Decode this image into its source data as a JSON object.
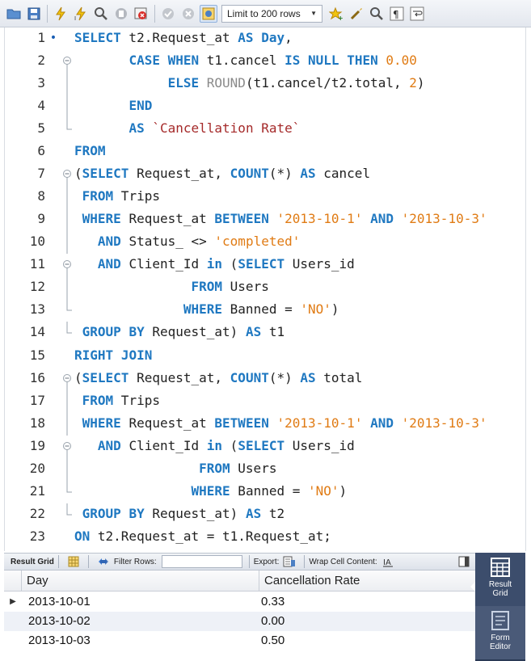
{
  "toolbar": {
    "limit_label": "Limit to 200 rows",
    "icons": [
      "open-folder-icon",
      "save-icon",
      "execute-icon",
      "execute-current-icon",
      "explain-icon",
      "stop-icon",
      "toggle-error-icon",
      "commit-icon",
      "rollback-icon",
      "autocommit-icon",
      "limit-select",
      "bookmark-icon",
      "beautify-icon",
      "find-icon",
      "invisible-chars-icon",
      "wrap-icon"
    ]
  },
  "editor": {
    "lines": [
      {
        "n": "1",
        "marker": "•",
        "fold": "",
        "indent": "",
        "tokens": [
          [
            "kw",
            "SELECT"
          ],
          [
            "t",
            " t2.Request_at "
          ],
          [
            "kw",
            "AS"
          ],
          [
            "t",
            " "
          ],
          [
            "kw",
            "Day"
          ],
          [
            "t",
            ","
          ]
        ]
      },
      {
        "n": "2",
        "marker": "",
        "fold": "start",
        "indent": "       ",
        "tokens": [
          [
            "kw",
            "CASE"
          ],
          [
            "t",
            " "
          ],
          [
            "kw",
            "WHEN"
          ],
          [
            "t",
            " t1.cancel "
          ],
          [
            "kw",
            "IS"
          ],
          [
            "t",
            " "
          ],
          [
            "kw",
            "NULL"
          ],
          [
            "t",
            " "
          ],
          [
            "kw",
            "THEN"
          ],
          [
            "t",
            " "
          ],
          [
            "num",
            "0.00"
          ]
        ]
      },
      {
        "n": "3",
        "marker": "",
        "fold": "mid",
        "indent": "            ",
        "tokens": [
          [
            "kw",
            "ELSE"
          ],
          [
            "t",
            " "
          ],
          [
            "fn",
            "ROUND"
          ],
          [
            "t",
            "(t1.cancel/t2.total, "
          ],
          [
            "num",
            "2"
          ],
          [
            "t",
            ")"
          ]
        ]
      },
      {
        "n": "4",
        "marker": "",
        "fold": "mid",
        "indent": "       ",
        "tokens": [
          [
            "kw",
            "END"
          ]
        ]
      },
      {
        "n": "5",
        "marker": "",
        "fold": "end",
        "indent": "       ",
        "tokens": [
          [
            "kw",
            "AS"
          ],
          [
            "t",
            " "
          ],
          [
            "ident",
            "`Cancellation Rate`"
          ]
        ]
      },
      {
        "n": "6",
        "marker": "",
        "fold": "",
        "indent": "",
        "tokens": [
          [
            "kw",
            "FROM"
          ]
        ]
      },
      {
        "n": "7",
        "marker": "",
        "fold": "start",
        "indent": "",
        "tokens": [
          [
            "t",
            "("
          ],
          [
            "kw",
            "SELECT"
          ],
          [
            "t",
            " Request_at, "
          ],
          [
            "kw",
            "COUNT"
          ],
          [
            "t",
            "(*) "
          ],
          [
            "kw",
            "AS"
          ],
          [
            "t",
            " cancel"
          ]
        ]
      },
      {
        "n": "8",
        "marker": "",
        "fold": "mid",
        "indent": " ",
        "tokens": [
          [
            "kw",
            "FROM"
          ],
          [
            "t",
            " Trips"
          ]
        ]
      },
      {
        "n": "9",
        "marker": "",
        "fold": "mid",
        "indent": " ",
        "tokens": [
          [
            "kw",
            "WHERE"
          ],
          [
            "t",
            " Request_at "
          ],
          [
            "kw",
            "BETWEEN"
          ],
          [
            "t",
            " "
          ],
          [
            "str",
            "'2013-10-1'"
          ],
          [
            "t",
            " "
          ],
          [
            "kw",
            "AND"
          ],
          [
            "t",
            " "
          ],
          [
            "str",
            "'2013-10-3'"
          ]
        ]
      },
      {
        "n": "10",
        "marker": "",
        "fold": "mid",
        "indent": "   ",
        "tokens": [
          [
            "kw",
            "AND"
          ],
          [
            "t",
            " Status_ <> "
          ],
          [
            "str",
            "'completed'"
          ]
        ]
      },
      {
        "n": "11",
        "marker": "",
        "fold": "start",
        "indent": "   ",
        "tokens": [
          [
            "kw",
            "AND"
          ],
          [
            "t",
            " Client_Id "
          ],
          [
            "kw",
            "in"
          ],
          [
            "t",
            " ("
          ],
          [
            "kw",
            "SELECT"
          ],
          [
            "t",
            " Users_id"
          ]
        ]
      },
      {
        "n": "12",
        "marker": "",
        "fold": "mid",
        "indent": "               ",
        "tokens": [
          [
            "kw",
            "FROM"
          ],
          [
            "t",
            " Users"
          ]
        ]
      },
      {
        "n": "13",
        "marker": "",
        "fold": "end",
        "indent": "              ",
        "tokens": [
          [
            "kw",
            "WHERE"
          ],
          [
            "t",
            " Banned = "
          ],
          [
            "str",
            "'NO'"
          ],
          [
            "t",
            ")"
          ]
        ]
      },
      {
        "n": "14",
        "marker": "",
        "fold": "end",
        "indent": " ",
        "tokens": [
          [
            "kw",
            "GROUP"
          ],
          [
            "t",
            " "
          ],
          [
            "kw",
            "BY"
          ],
          [
            "t",
            " Request_at) "
          ],
          [
            "kw",
            "AS"
          ],
          [
            "t",
            " t1"
          ]
        ]
      },
      {
        "n": "15",
        "marker": "",
        "fold": "",
        "indent": "",
        "tokens": [
          [
            "kw",
            "RIGHT"
          ],
          [
            "t",
            " "
          ],
          [
            "kw",
            "JOIN"
          ]
        ]
      },
      {
        "n": "16",
        "marker": "",
        "fold": "start",
        "indent": "",
        "tokens": [
          [
            "t",
            "("
          ],
          [
            "kw",
            "SELECT"
          ],
          [
            "t",
            " Request_at, "
          ],
          [
            "kw",
            "COUNT"
          ],
          [
            "t",
            "(*) "
          ],
          [
            "kw",
            "AS"
          ],
          [
            "t",
            " total"
          ]
        ]
      },
      {
        "n": "17",
        "marker": "",
        "fold": "mid",
        "indent": " ",
        "tokens": [
          [
            "kw",
            "FROM"
          ],
          [
            "t",
            " Trips"
          ]
        ]
      },
      {
        "n": "18",
        "marker": "",
        "fold": "mid",
        "indent": " ",
        "tokens": [
          [
            "kw",
            "WHERE"
          ],
          [
            "t",
            " Request_at "
          ],
          [
            "kw",
            "BETWEEN"
          ],
          [
            "t",
            " "
          ],
          [
            "str",
            "'2013-10-1'"
          ],
          [
            "t",
            " "
          ],
          [
            "kw",
            "AND"
          ],
          [
            "t",
            " "
          ],
          [
            "str",
            "'2013-10-3'"
          ]
        ]
      },
      {
        "n": "19",
        "marker": "",
        "fold": "start",
        "indent": "   ",
        "tokens": [
          [
            "kw",
            "AND"
          ],
          [
            "t",
            " Client_Id "
          ],
          [
            "kw",
            "in"
          ],
          [
            "t",
            " ("
          ],
          [
            "kw",
            "SELECT"
          ],
          [
            "t",
            " Users_id"
          ]
        ]
      },
      {
        "n": "20",
        "marker": "",
        "fold": "mid",
        "indent": "                ",
        "tokens": [
          [
            "kw",
            "FROM"
          ],
          [
            "t",
            " Users"
          ]
        ]
      },
      {
        "n": "21",
        "marker": "",
        "fold": "end",
        "indent": "               ",
        "tokens": [
          [
            "kw",
            "WHERE"
          ],
          [
            "t",
            " Banned = "
          ],
          [
            "str",
            "'NO'"
          ],
          [
            "t",
            ")"
          ]
        ]
      },
      {
        "n": "22",
        "marker": "",
        "fold": "end",
        "indent": " ",
        "tokens": [
          [
            "kw",
            "GROUP"
          ],
          [
            "t",
            " "
          ],
          [
            "kw",
            "BY"
          ],
          [
            "t",
            " Request_at) "
          ],
          [
            "kw",
            "AS"
          ],
          [
            "t",
            " t2"
          ]
        ]
      },
      {
        "n": "23",
        "marker": "",
        "fold": "",
        "indent": "",
        "tokens": [
          [
            "kw",
            "ON"
          ],
          [
            "t",
            " t2.Request_at = t1.Request_at;"
          ]
        ]
      }
    ]
  },
  "result_toolbar": {
    "result_grid_label": "Result Grid",
    "filter_rows_label": "Filter Rows:",
    "filter_value": "",
    "export_label": "Export:",
    "wrap_label": "Wrap Cell Content:"
  },
  "grid": {
    "columns": [
      "Day",
      "Cancellation Rate"
    ],
    "rows": [
      [
        "2013-10-01",
        "0.33"
      ],
      [
        "2013-10-02",
        "0.00"
      ],
      [
        "2013-10-03",
        "0.50"
      ]
    ],
    "current_row_marker": "▶"
  },
  "side_panel": {
    "result_grid_label": "Result\nGrid",
    "form_editor_label": "Form\nEditor"
  },
  "colors": {
    "keyword": "#1f78c1",
    "string": "#e07b14",
    "identifier": "#a52a2a",
    "function": "#8a8a8a",
    "side_panel": "#2b3a55"
  }
}
